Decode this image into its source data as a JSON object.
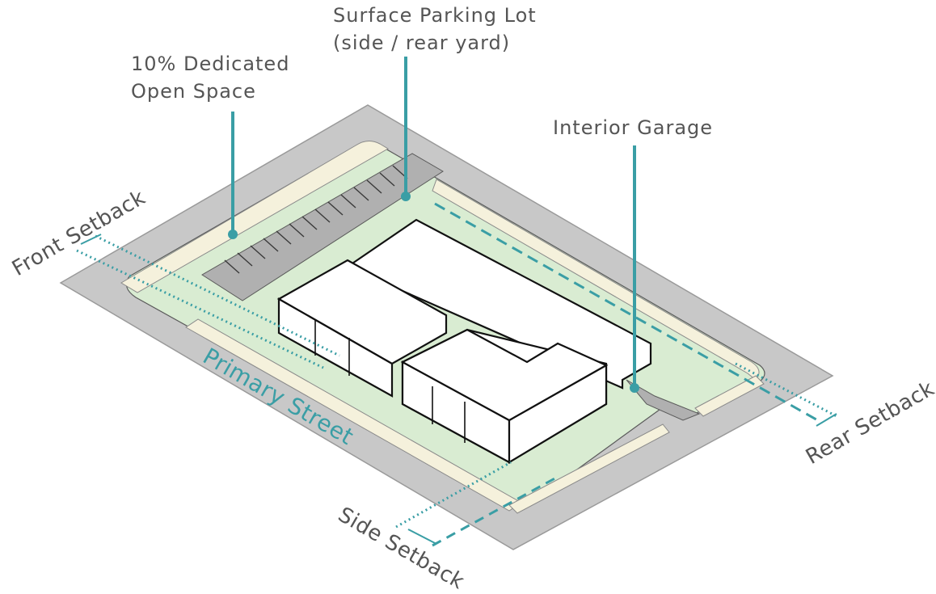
{
  "colors": {
    "ground": "#c8c8c8",
    "ground_stroke": "#9a9a9a",
    "green": "#d9ecd2",
    "sidewalk": "#f5f1dc",
    "pavement": "#b0b0b0",
    "building": "#ffffff",
    "teal": "#3a9ea5",
    "label": "#555555"
  },
  "callouts": {
    "open_space": {
      "line1": "10% Dedicated",
      "line2": "Open Space"
    },
    "parking": {
      "line1": "Surface Parking Lot",
      "line2": "(side / rear yard)"
    },
    "garage": {
      "line1": "Interior Garage"
    }
  },
  "setbacks": {
    "front": "Front Setback",
    "rear": "Rear Setback",
    "side": "Side Setback"
  },
  "street": {
    "primary": "Primary Street"
  }
}
